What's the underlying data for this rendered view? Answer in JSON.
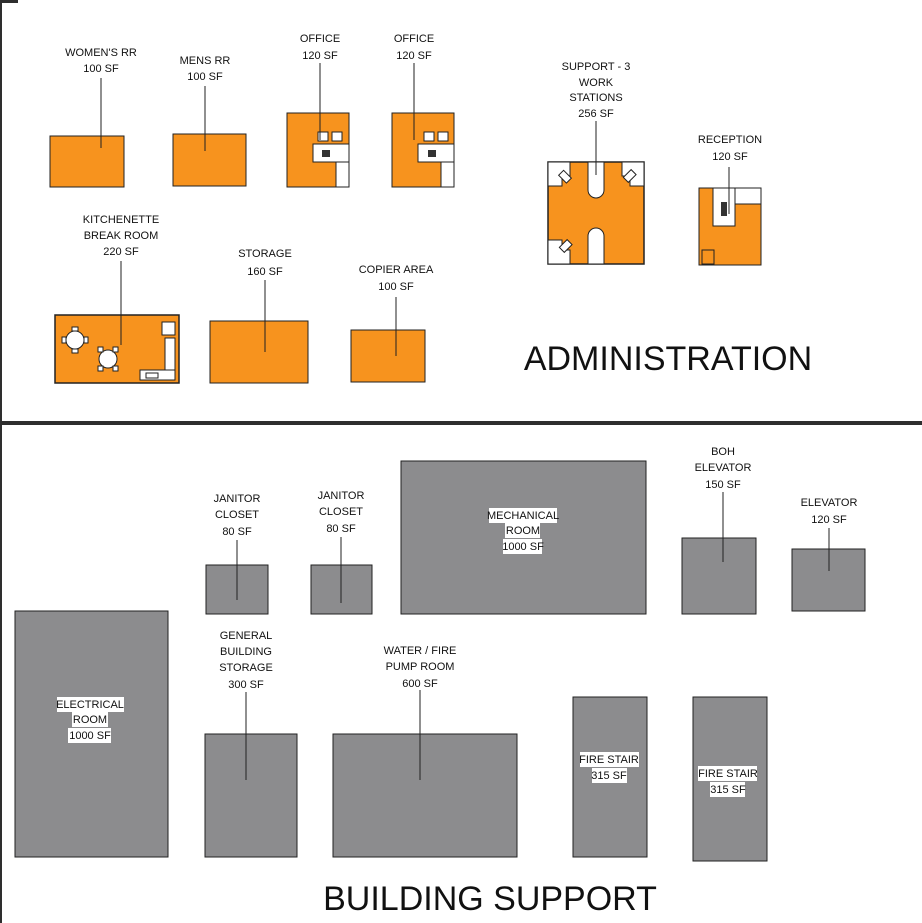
{
  "colors": {
    "orange": "#F7931E",
    "gray": "#8C8C8E",
    "gray_dark": "#808083",
    "line": "#222222",
    "divider": "#2E2E2E",
    "label_bg": "#FFFFFF"
  },
  "sections": {
    "admin_title": "ADMINISTRATION",
    "support_title": "BUILDING SUPPORT"
  },
  "rooms": {
    "womens_rr": {
      "name": "WOMEN'S RR",
      "area": "100 SF"
    },
    "mens_rr": {
      "name": "MENS RR",
      "area": "100 SF"
    },
    "office_1": {
      "name": "OFFICE",
      "area": "120 SF"
    },
    "office_2": {
      "name": "OFFICE",
      "area": "120 SF"
    },
    "support": {
      "name_1": "SUPPORT - 3",
      "name_2": "WORK",
      "name_3": "STATIONS",
      "area": "256 SF"
    },
    "reception": {
      "name": "RECEPTION",
      "area": "120 SF"
    },
    "kitchenette": {
      "name_1": "KITCHENETTE",
      "name_2": "BREAK ROOM",
      "area": "220 SF"
    },
    "storage": {
      "name": "STORAGE",
      "area": "160 SF"
    },
    "copier": {
      "name": "COPIER AREA",
      "area": "100 SF"
    },
    "janitor_1": {
      "name_1": "JANITOR",
      "name_2": "CLOSET",
      "area": "80 SF"
    },
    "janitor_2": {
      "name_1": "JANITOR",
      "name_2": "CLOSET",
      "area": "80 SF"
    },
    "mechanical": {
      "name_1": "MECHANICAL",
      "name_2": "ROOM",
      "area": "1000 SF"
    },
    "boh_elevator": {
      "name_1": "BOH",
      "name_2": "ELEVATOR",
      "area": "150 SF"
    },
    "elevator": {
      "name": "ELEVATOR",
      "area": "120 SF"
    },
    "electrical": {
      "name_1": "ELECTRICAL",
      "name_2": "ROOM",
      "area": "1000 SF"
    },
    "general_storage": {
      "name_1": "GENERAL",
      "name_2": "BUILDING",
      "name_3": "STORAGE",
      "area": "300 SF"
    },
    "pump_room": {
      "name_1": "WATER / FIRE",
      "name_2": "PUMP ROOM",
      "area": "600 SF"
    },
    "fire_stair_1": {
      "name": "FIRE STAIR",
      "area": "315 SF"
    },
    "fire_stair_2": {
      "name": "FIRE STAIR",
      "area": "315 SF"
    }
  }
}
